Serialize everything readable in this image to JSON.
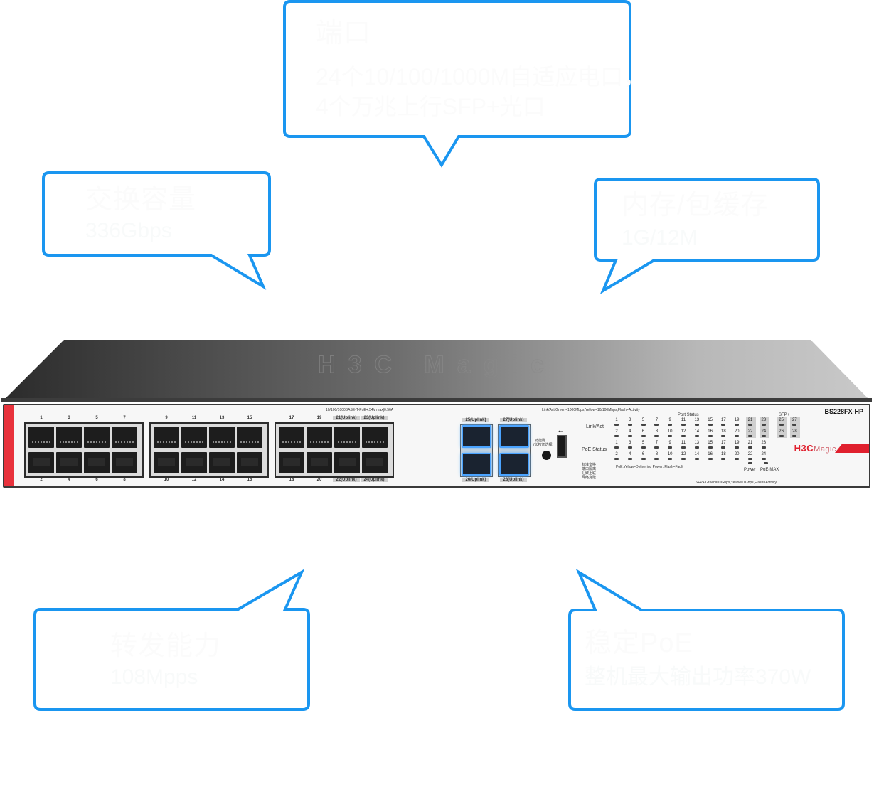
{
  "callouts": {
    "ports": {
      "title": "端口",
      "lines": [
        "24个10/100/1000M自适应电口，",
        "4个万兆上行SFP+光口"
      ]
    },
    "switching_capacity": {
      "title": "交换容量",
      "value": "336Gbps"
    },
    "memory": {
      "title": "内存/包缓存",
      "value": "1G/12M"
    },
    "forwarding": {
      "title": "转发能力",
      "value": "108Mpps"
    },
    "poe": {
      "title": "稳定PoE",
      "value": "整机最大输出功率370W"
    }
  },
  "colors": {
    "bubble_border": "#1a96f0",
    "brand_red": "#e0202e",
    "sfp_glow": "#4aa3ff"
  },
  "device": {
    "model": "BS228FX-HP",
    "brand": "H3C",
    "brand_suffix": "Magic",
    "top_emboss": "H3C Magic",
    "poe_spec": "10/100/1000BASE-T-PoE+:54V max|0.56A",
    "linkact_legend": "Link/Act:Green=1000Mbps,Yellow=10/100Mbps,Flash=Activity",
    "poe_legend": "PoE:Yellow=Delivering Power, Flash=Fault",
    "sfp_legend": "SFP+:Green=10Gbps,Yellow=1Gbps,Flash=Activity",
    "port_status_label": "Port Status",
    "sfp_group_label": "SFP+",
    "linkact_label": "Link/Act",
    "poe_status_label": "PoE Status",
    "power_label": "Power",
    "poemax_label": "PoE-MAX",
    "function_key_label": "功能键",
    "function_key_sub": "(长按切选择)",
    "mode_options": [
      "标准交换",
      "端口隔离",
      "汇聚上联",
      "网络克隆"
    ],
    "rj45_top_labels": [
      "1",
      "3",
      "5",
      "7",
      "9",
      "11",
      "13",
      "15",
      "17",
      "19",
      "21(Uplink)",
      "23(Uplink)"
    ],
    "rj45_bottom_labels": [
      "2",
      "4",
      "6",
      "8",
      "10",
      "12",
      "14",
      "16",
      "18",
      "20",
      "22(Uplink)",
      "24(Uplink)"
    ],
    "sfp_top_labels": [
      "25(Uplink)",
      "27(Uplink)"
    ],
    "sfp_bottom_labels": [
      "26(Uplink)",
      "28(Uplink)"
    ],
    "led_top_numbers": [
      "1",
      "3",
      "5",
      "7",
      "9",
      "11",
      "13",
      "15",
      "17",
      "19",
      "21",
      "23",
      "25",
      "27"
    ],
    "led_bottom_numbers": [
      "2",
      "4",
      "6",
      "8",
      "10",
      "12",
      "14",
      "16",
      "18",
      "20",
      "22",
      "24",
      "26",
      "28"
    ],
    "poe_led_top_numbers": [
      "1",
      "3",
      "5",
      "7",
      "9",
      "11",
      "13",
      "15",
      "17",
      "19",
      "21",
      "23"
    ],
    "poe_led_bottom_numbers": [
      "2",
      "4",
      "6",
      "8",
      "10",
      "12",
      "14",
      "16",
      "18",
      "20",
      "22",
      "24"
    ]
  }
}
